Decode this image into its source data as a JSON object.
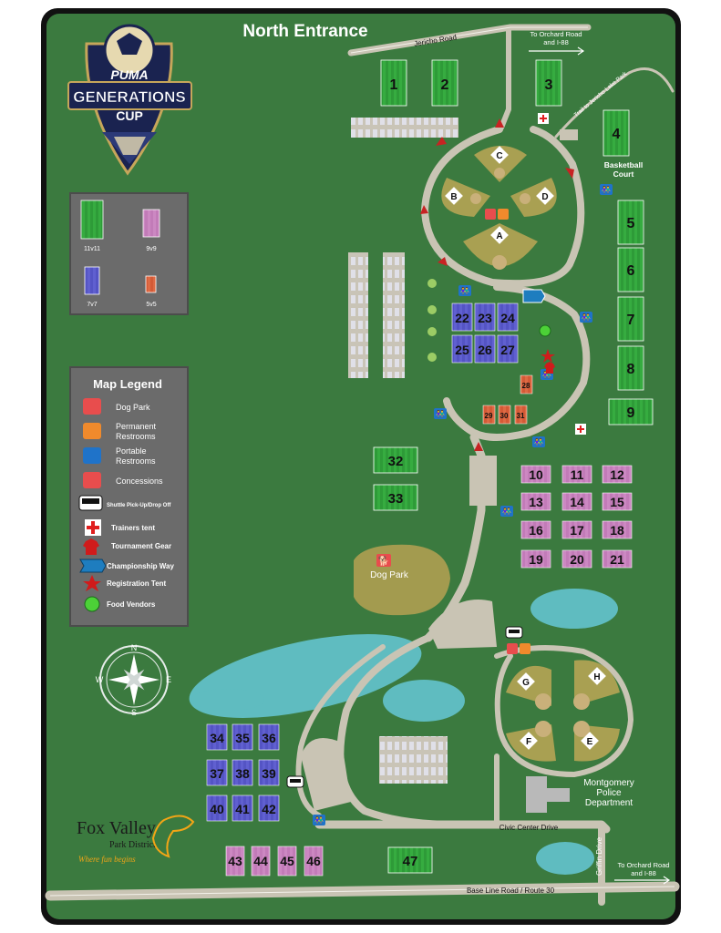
{
  "north_entrance": "North Entrance",
  "logo": {
    "brand": "PUMA",
    "line1": "GENERATIONS",
    "line2": "CUP"
  },
  "roads": {
    "jericho_road": "Jericho Road",
    "to_orchard_top": [
      "To Orchard Road",
      "and I-88"
    ],
    "trail": "Trail to Jericho Lake Park",
    "civic_center": "Civic Center Drive",
    "griffin": "Griffin Drive",
    "base_line": "Base Line Road / Route 30",
    "to_orchard_bottom": [
      "To Orchard Road",
      "and I-88"
    ]
  },
  "labels": {
    "basketball": [
      "Basketball",
      "Court"
    ],
    "dog_park": "Dog Park",
    "police": [
      "Montgomery",
      "Police",
      "Department"
    ]
  },
  "field_sizes": {
    "items": [
      {
        "label": "11v11",
        "color": "#2fa33a"
      },
      {
        "label": "9v9",
        "color": "#c97bbd"
      },
      {
        "label": "7v7",
        "color": "#5858c8"
      },
      {
        "label": "5v5",
        "color": "#d9603a"
      }
    ]
  },
  "legend": {
    "title": "Map Legend",
    "items": [
      {
        "label": "Dog Park",
        "icon": "dog-park-icon"
      },
      {
        "label": "Permanent Restrooms",
        "icon": "permanent-restroom-icon"
      },
      {
        "label": "Portable Restrooms",
        "icon": "portable-restroom-icon"
      },
      {
        "label": "Concessions",
        "icon": "concessions-icon"
      },
      {
        "label": "Shuttle Pick-Up/Drop Off",
        "icon": "shuttle-icon"
      },
      {
        "label": "Trainers tent",
        "icon": "trainers-tent-icon"
      },
      {
        "label": "Tournament Gear",
        "icon": "tournament-gear-icon"
      },
      {
        "label": "Championship Way",
        "icon": "championship-way-icon"
      },
      {
        "label": "Registration Tent",
        "icon": "registration-tent-icon"
      },
      {
        "label": "Food Vendors",
        "icon": "food-vendors-icon"
      }
    ]
  },
  "compass": {
    "n": "N",
    "s": "S",
    "e": "E",
    "w": "W"
  },
  "brand_footer": {
    "name": "Fox Valley",
    "sub": "Park District",
    "tagline": "Where fun begins"
  },
  "diamonds": [
    "A",
    "B",
    "C",
    "D",
    "E",
    "F",
    "G",
    "H"
  ],
  "fields": {
    "f1": "1",
    "f2": "2",
    "f3": "3",
    "f4": "4",
    "f5": "5",
    "f6": "6",
    "f7": "7",
    "f8": "8",
    "f9": "9",
    "f10": "10",
    "f11": "11",
    "f12": "12",
    "f13": "13",
    "f14": "14",
    "f15": "15",
    "f16": "16",
    "f17": "17",
    "f18": "18",
    "f19": "19",
    "f20": "20",
    "f21": "21",
    "f22": "22",
    "f23": "23",
    "f24": "24",
    "f25": "25",
    "f26": "26",
    "f27": "27",
    "f28": "28",
    "f29": "29",
    "f30": "30",
    "f31": "31",
    "f32": "32",
    "f33": "33",
    "f34": "34",
    "f35": "35",
    "f36": "36",
    "f37": "37",
    "f38": "38",
    "f39": "39",
    "f40": "40",
    "f41": "41",
    "f42": "42",
    "f43": "43",
    "f44": "44",
    "f45": "45",
    "f46": "46",
    "f47": "47"
  }
}
